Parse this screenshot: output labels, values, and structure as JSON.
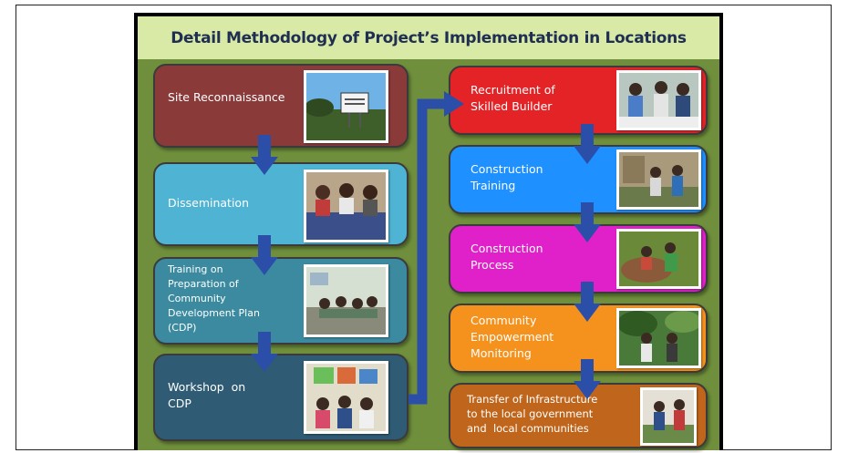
{
  "title": "Detail Methodology of Project’s Implementation in Locations",
  "left_steps": [
    {
      "label": "Site Reconnaissance",
      "color": "#8b3a3a",
      "icon": "site-photo"
    },
    {
      "label": "Dissemination",
      "color": "#4fb3d3",
      "icon": "meeting-photo"
    },
    {
      "label": "Training on Preparation of Community Development Plan (CDP)",
      "lines": [
        "Training on",
        "Preparation of",
        "Community",
        "Development Plan",
        "(CDP)"
      ],
      "color": "#3c8aa0",
      "icon": "training-photo"
    },
    {
      "label": "Workshop on CDP",
      "lines": [
        "Workshop  on",
        "CDP"
      ],
      "color": "#2f5b74",
      "icon": "workshop-photo"
    }
  ],
  "right_steps": [
    {
      "lines": [
        "Recruitment of",
        "Skilled Builder"
      ],
      "color": "#e42327",
      "icon": "recruitment-photo"
    },
    {
      "lines": [
        "Construction",
        "Training"
      ],
      "color": "#1e90ff",
      "icon": "construction-training-photo"
    },
    {
      "lines": [
        "Construction",
        "Process"
      ],
      "color": "#e020c8",
      "icon": "construction-process-photo"
    },
    {
      "lines": [
        "Community",
        "Empowerment",
        "Monitoring"
      ],
      "color": "#f5921e",
      "icon": "monitoring-photo"
    },
    {
      "lines": [
        "Transfer of Infrastructure",
        "to the local government",
        "and  local communities"
      ],
      "color": "#c0661c",
      "icon": "transfer-photo"
    }
  ],
  "colors": {
    "slide_bg": "#6f8f3c",
    "title_bg": "#d8eaa6",
    "title_text": "#1f2e52",
    "arrow": "#2b4fa8"
  }
}
